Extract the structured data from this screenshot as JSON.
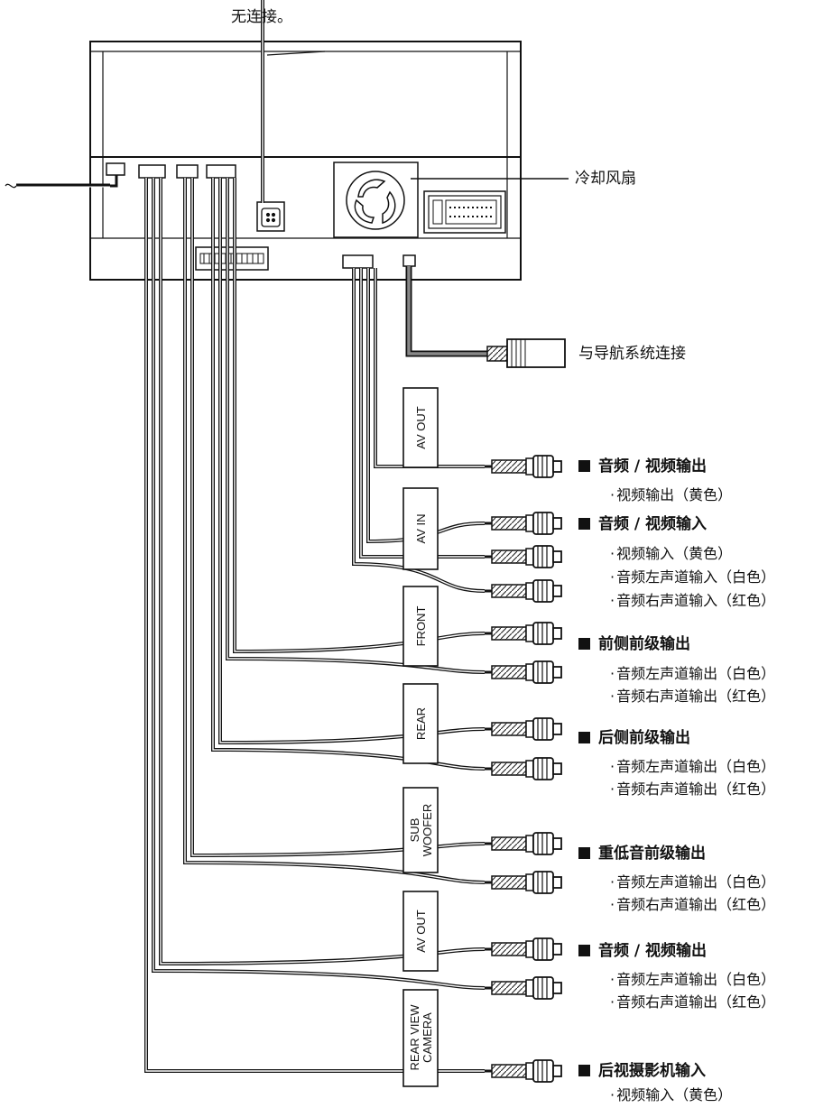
{
  "labels": {
    "no_connection": "无连接。",
    "cooling_fan": "冷却风扇",
    "navigation": "与导航系统连接"
  },
  "box_labels": {
    "av_out_top": "AV OUT",
    "av_in": "AV IN",
    "front": "FRONT",
    "rear": "REAR",
    "sub_line1": "SUB",
    "sub_line2": "WOOFER",
    "av_out_bottom": "AV OUT",
    "cam_line1": "REAR VIEW",
    "cam_line2": "CAMERA"
  },
  "groups": [
    {
      "title": "音频 / 视频输出",
      "items": [
        "视频输出（黄色）"
      ]
    },
    {
      "title": "音频 / 视频输入",
      "items": [
        "视频输入（黄色）",
        "音频左声道输入（白色）",
        "音频右声道输入（红色）"
      ]
    },
    {
      "title": "前侧前级输出",
      "items": [
        "音频左声道输出（白色）",
        "音频右声道输出（红色）"
      ]
    },
    {
      "title": "后侧前级输出",
      "items": [
        "音频左声道输出（白色）",
        "音频右声道输出（红色）"
      ]
    },
    {
      "title": "重低音前级输出",
      "items": [
        "音频左声道输出（白色）",
        "音频右声道输出（红色）"
      ]
    },
    {
      "title": "音频 / 视频输出",
      "items": [
        "音频左声道输出（白色）",
        "音频右声道输出（红色）"
      ]
    },
    {
      "title": "后视摄影机输入",
      "items": [
        "视频输入（黄色）"
      ]
    }
  ],
  "bullet": "·"
}
